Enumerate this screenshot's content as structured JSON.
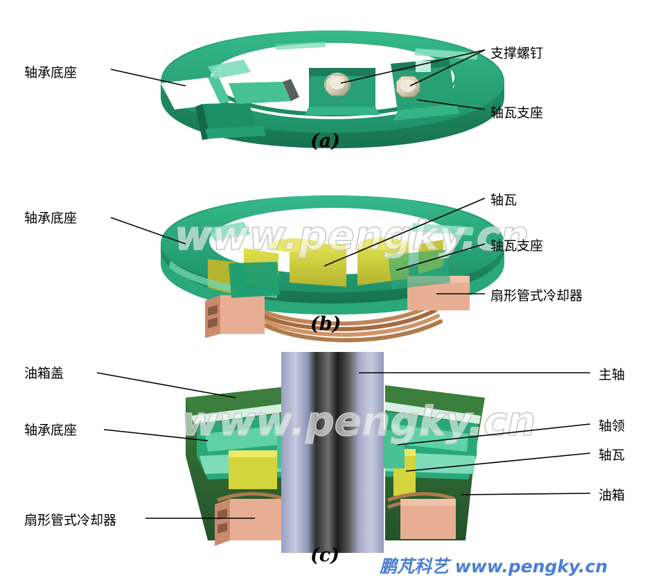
{
  "figure": {
    "watermark_text": "www.pengky.cn",
    "footer_text": "鹏芃科艺 www.pengky.cn",
    "footer_color": "#4a7fd4"
  },
  "colors": {
    "base_green": "#2aa87a",
    "green_light": "#5fd1a8",
    "green_mint": "#8fe3c4",
    "green_dark": "#1d7d59",
    "tank_dark_green": "#2f6b30",
    "tank_dark_green2": "#24522a",
    "pad_yellow": "#d4d43c",
    "pad_yellow_dark": "#a8a82e",
    "copper": "#c08457",
    "cooler_salmon": "#e8ae94",
    "cooler_salmon_dark": "#c98a6e",
    "screw_metal": "#ded9c0",
    "shaft_lavender": "#b8bdd8",
    "shaft_dark": "#3a3a3a"
  },
  "panels": [
    {
      "id": "a",
      "letter": "(a)",
      "labels": [
        {
          "key": "bearing_base",
          "text": "轴承底座",
          "side": "left"
        },
        {
          "key": "support_screw",
          "text": "支撑螺钉",
          "side": "right"
        },
        {
          "key": "pad_support",
          "text": "轴瓦支座",
          "side": "right"
        }
      ]
    },
    {
      "id": "b",
      "letter": "(b)",
      "labels": [
        {
          "key": "bearing_base",
          "text": "轴承底座",
          "side": "left"
        },
        {
          "key": "bearing_pad",
          "text": "轴瓦",
          "side": "right"
        },
        {
          "key": "pad_support",
          "text": "轴瓦支座",
          "side": "right"
        },
        {
          "key": "sector_tube_cooler",
          "text": "扇形管式冷却器",
          "side": "right"
        }
      ]
    },
    {
      "id": "c",
      "letter": "(c)",
      "labels": [
        {
          "key": "oil_tank_cover",
          "text": "油箱盖",
          "side": "left"
        },
        {
          "key": "bearing_base",
          "text": "轴承底座",
          "side": "left"
        },
        {
          "key": "sector_tube_cooler",
          "text": "扇形管式冷却器",
          "side": "left"
        },
        {
          "key": "main_shaft",
          "text": "主轴",
          "side": "right"
        },
        {
          "key": "shaft_collar",
          "text": "轴领",
          "side": "right"
        },
        {
          "key": "bearing_pad",
          "text": "轴瓦",
          "side": "right"
        },
        {
          "key": "oil_tank",
          "text": "油箱",
          "side": "right"
        }
      ]
    }
  ]
}
